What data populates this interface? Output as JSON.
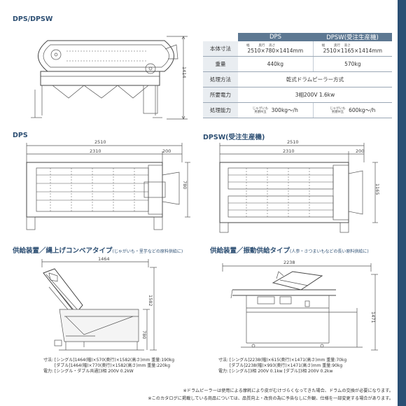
{
  "header": {
    "title": "DPS/DPSW"
  },
  "spec_table": {
    "models": [
      "DPS",
      "DPSW(受注生産機)"
    ],
    "dimension_subheads": [
      "幅",
      "奥行",
      "高さ"
    ],
    "rows": [
      {
        "label": "本体寸法",
        "dps": "2510×780×1414mm",
        "dpsw": "2510×1165×1414mm"
      },
      {
        "label": "重量",
        "dps": "440kg",
        "dpsw": "570kg"
      },
      {
        "label": "処理方法",
        "both": "乾式ドラムピーラー方式"
      },
      {
        "label": "所要電力",
        "both": "3相200V 1.6kw"
      },
      {
        "label": "処理能力",
        "sub": [
          "じゃがいも",
          "男爵M玉"
        ],
        "dps": "300kg～/h",
        "dpsw": "600kg～/h"
      }
    ]
  },
  "drawings": {
    "top_height": "1414",
    "dps": {
      "label": "DPS",
      "total": "2510",
      "inner": "2310",
      "right": "200",
      "depth": "780"
    },
    "dpsw": {
      "label": "DPSW(受注生産機)",
      "total": "2510",
      "inner": "2310",
      "right": "200",
      "depth": "1165"
    }
  },
  "feeders": {
    "left": {
      "title": "供給装置／縄上げコンベアタイプ",
      "note": "(じゃがいも・里芋などの原料供給に)",
      "width": "1464",
      "height": "1582",
      "lower": "780",
      "spec_rows": [
        {
          "head": "寸法:",
          "text": "[シングル]1464(幅)×570(奥行)×1582(高さ)mm 重量:190kg"
        },
        {
          "head": "",
          "text": "[ダブル]1464(幅)×770(奥行)×1582(高さ)mm 重量:220kg"
        },
        {
          "head": "電力:",
          "text": "[シングル・ダブル共通]3相 200V 0.2kW"
        }
      ]
    },
    "right": {
      "title": "供給装置／振動供給タイプ",
      "note": "(人参・さつまいもなどの長い原料供給に)",
      "width": "2238",
      "height": "1471",
      "spec_rows": [
        {
          "head": "寸法:",
          "text": "[シングル]2238(幅)×615(奥行)×1471(高さ)mm 重量:70kg"
        },
        {
          "head": "",
          "text": "[ダブル]2238(幅)×993(奥行)×1471(高さ)mm 重量:90kg"
        },
        {
          "head": "電力:",
          "text": "[シングル]3相 200V 0.1kw [ダブル]3相 200V 0.2kw"
        }
      ]
    }
  },
  "notes": [
    "※ドラムピーラーは使用による摩耗により皮がむけづらくなってきた場合、ドラムの交換が必要になります。",
    "※このカタログに掲載している商品については、品質向上・改良の為に予告なしに外観、仕様を一部変更する場合があります。"
  ]
}
